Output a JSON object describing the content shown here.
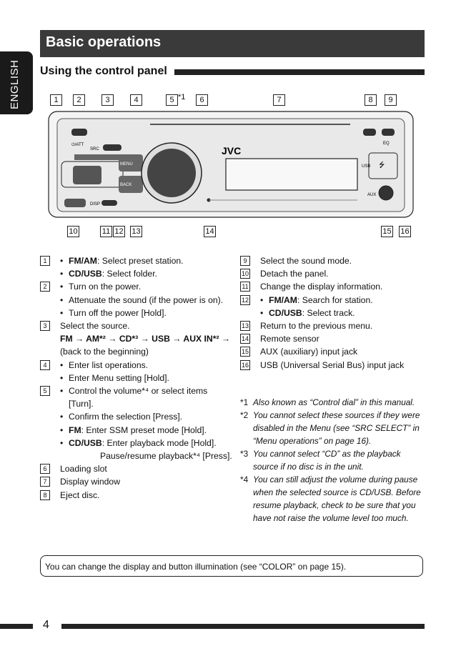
{
  "language_tab": "ENGLISH",
  "header": {
    "title": "Basic operations",
    "subtitle": "Using the control panel"
  },
  "diagram": {
    "callouts_top": [
      "1",
      "2",
      "3",
      "4",
      "5",
      "6",
      "7",
      "8",
      "9"
    ],
    "callouts_bottom": [
      "10",
      "11",
      "12",
      "13",
      "14",
      "15",
      "16"
    ],
    "star": "*1",
    "labels": {
      "att": "⏻/ATT",
      "src": "SRC",
      "menu": "MENU",
      "back": "BACK",
      "disp": "DISP",
      "logo": "JVC",
      "eq": "EQ",
      "usb": "USB",
      "aux": "AUX"
    }
  },
  "left_column": [
    {
      "n": "1",
      "lines": [
        {
          "bullet": true,
          "bold": "FM/AM",
          "text": ": Select preset station."
        },
        {
          "bullet": true,
          "bold": "CD/USB",
          "text": ": Select folder."
        }
      ]
    },
    {
      "n": "2",
      "lines": [
        {
          "bullet": true,
          "bold": "",
          "text": "Turn on the power."
        },
        {
          "bullet": true,
          "bold": "",
          "text": "Attenuate the sound (if the power is on)."
        },
        {
          "bullet": true,
          "bold": "",
          "text": "Turn off the power [Hold]."
        }
      ]
    },
    {
      "n": "3",
      "lines": [
        {
          "bullet": false,
          "bold": "",
          "text": "Select the source."
        },
        {
          "bullet": false,
          "bold": "FM → AM*² → CD*³ → USB → AUX IN*² →",
          "text": ""
        },
        {
          "bullet": false,
          "bold": "",
          "text": "(back to the beginning)"
        }
      ]
    },
    {
      "n": "4",
      "lines": [
        {
          "bullet": true,
          "bold": "",
          "text": "Enter list operations."
        },
        {
          "bullet": true,
          "bold": "",
          "text": "Enter Menu setting [Hold]."
        }
      ]
    },
    {
      "n": "5",
      "lines": [
        {
          "bullet": true,
          "bold": "",
          "text": "Control the volume*⁴ or select items [Turn]."
        },
        {
          "bullet": true,
          "bold": "",
          "text": "Confirm the selection [Press]."
        },
        {
          "bullet": true,
          "bold": "FM",
          "text": ": Enter SSM preset mode [Hold]."
        },
        {
          "bullet": true,
          "bold": "CD/USB",
          "text": ": Enter playback mode [Hold]."
        },
        {
          "bullet": false,
          "indent": true,
          "bold": "",
          "text": "Pause/resume playback*⁴ [Press]."
        }
      ]
    },
    {
      "n": "6",
      "lines": [
        {
          "bullet": false,
          "bold": "",
          "text": "Loading slot"
        }
      ]
    },
    {
      "n": "7",
      "lines": [
        {
          "bullet": false,
          "bold": "",
          "text": "Display window"
        }
      ]
    },
    {
      "n": "8",
      "lines": [
        {
          "bullet": false,
          "bold": "",
          "text": "Eject disc."
        }
      ]
    }
  ],
  "right_column": [
    {
      "n": "9",
      "lines": [
        {
          "bullet": false,
          "bold": "",
          "text": "Select the sound mode."
        }
      ]
    },
    {
      "n": "10",
      "lines": [
        {
          "bullet": false,
          "bold": "",
          "text": "Detach the panel."
        }
      ]
    },
    {
      "n": "11",
      "lines": [
        {
          "bullet": false,
          "bold": "",
          "text": "Change the display information."
        }
      ]
    },
    {
      "n": "12",
      "lines": [
        {
          "bullet": true,
          "bold": "FM/AM",
          "text": ": Search for station."
        },
        {
          "bullet": true,
          "bold": "CD/USB",
          "text": ": Select track."
        }
      ]
    },
    {
      "n": "13",
      "lines": [
        {
          "bullet": false,
          "bold": "",
          "text": "Return to the previous menu."
        }
      ]
    },
    {
      "n": "14",
      "lines": [
        {
          "bullet": false,
          "bold": "",
          "text": "Remote sensor"
        }
      ]
    },
    {
      "n": "15",
      "lines": [
        {
          "bullet": false,
          "bold": "",
          "text": "AUX (auxiliary) input jack"
        }
      ]
    },
    {
      "n": "16",
      "lines": [
        {
          "bullet": false,
          "bold": "",
          "text": "USB (Universal Serial Bus) input jack"
        }
      ]
    }
  ],
  "footnotes": [
    {
      "mark": "*1",
      "text": "Also known as “Control dial” in this manual."
    },
    {
      "mark": "*2",
      "text": "You cannot select these sources if they were disabled in the Menu (see “SRC SELECT” in “Menu operations” on page 16)."
    },
    {
      "mark": "*3",
      "text": "You cannot select “CD” as the playback source if no disc is in the unit."
    },
    {
      "mark": "*4",
      "text": "You can still adjust the volume during pause when the selected source is CD/USB. Before resume playback, check to be sure that you have not raise the volume level too much."
    }
  ],
  "note": "You can change the display and button illumination (see “COLOR” on page 15).",
  "page_number": "4"
}
